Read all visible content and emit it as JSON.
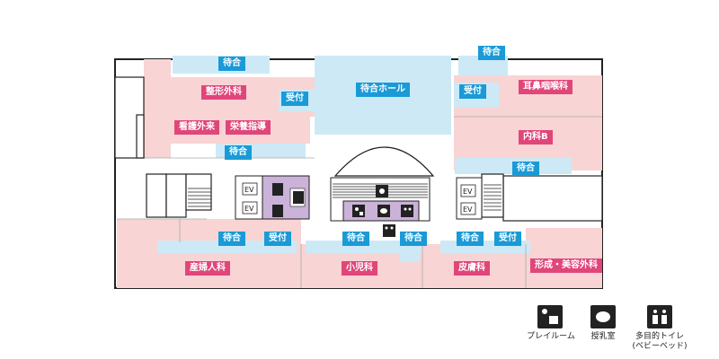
{
  "colors": {
    "dept": "#f8d4d5",
    "waiting": "#cde9f6",
    "wc": "#cbb2d8",
    "blue_tag": "#1a9ad6",
    "pink_tag": "#e0467a",
    "wall": "#222222"
  },
  "departments": {
    "orthopedics": "整形外科",
    "nursing_outpatient": "看護外来",
    "nutrition_guidance": "栄養指導",
    "ent": "耳鼻咽喉科",
    "internal_b": "内科B",
    "obgyn": "産婦人科",
    "pediatrics": "小児科",
    "dermatology": "皮膚科",
    "plastic_cosmetic": "形成・美容外科"
  },
  "rooms": {
    "waiting": "待合",
    "reception": "受付",
    "waiting_hall": "待合ホール",
    "elevator": "EV"
  },
  "legend": {
    "playroom": "プレイルーム",
    "nursing_room": "授乳室",
    "multipurpose_toilet_1": "多目的トイレ",
    "multipurpose_toilet_2": "(ベビーベッド)"
  },
  "icons": [
    "playroom-icon",
    "nursing-room-icon",
    "multipurpose-toilet-icon",
    "toilet-icon",
    "escalator-icon",
    "elevator-icon"
  ]
}
